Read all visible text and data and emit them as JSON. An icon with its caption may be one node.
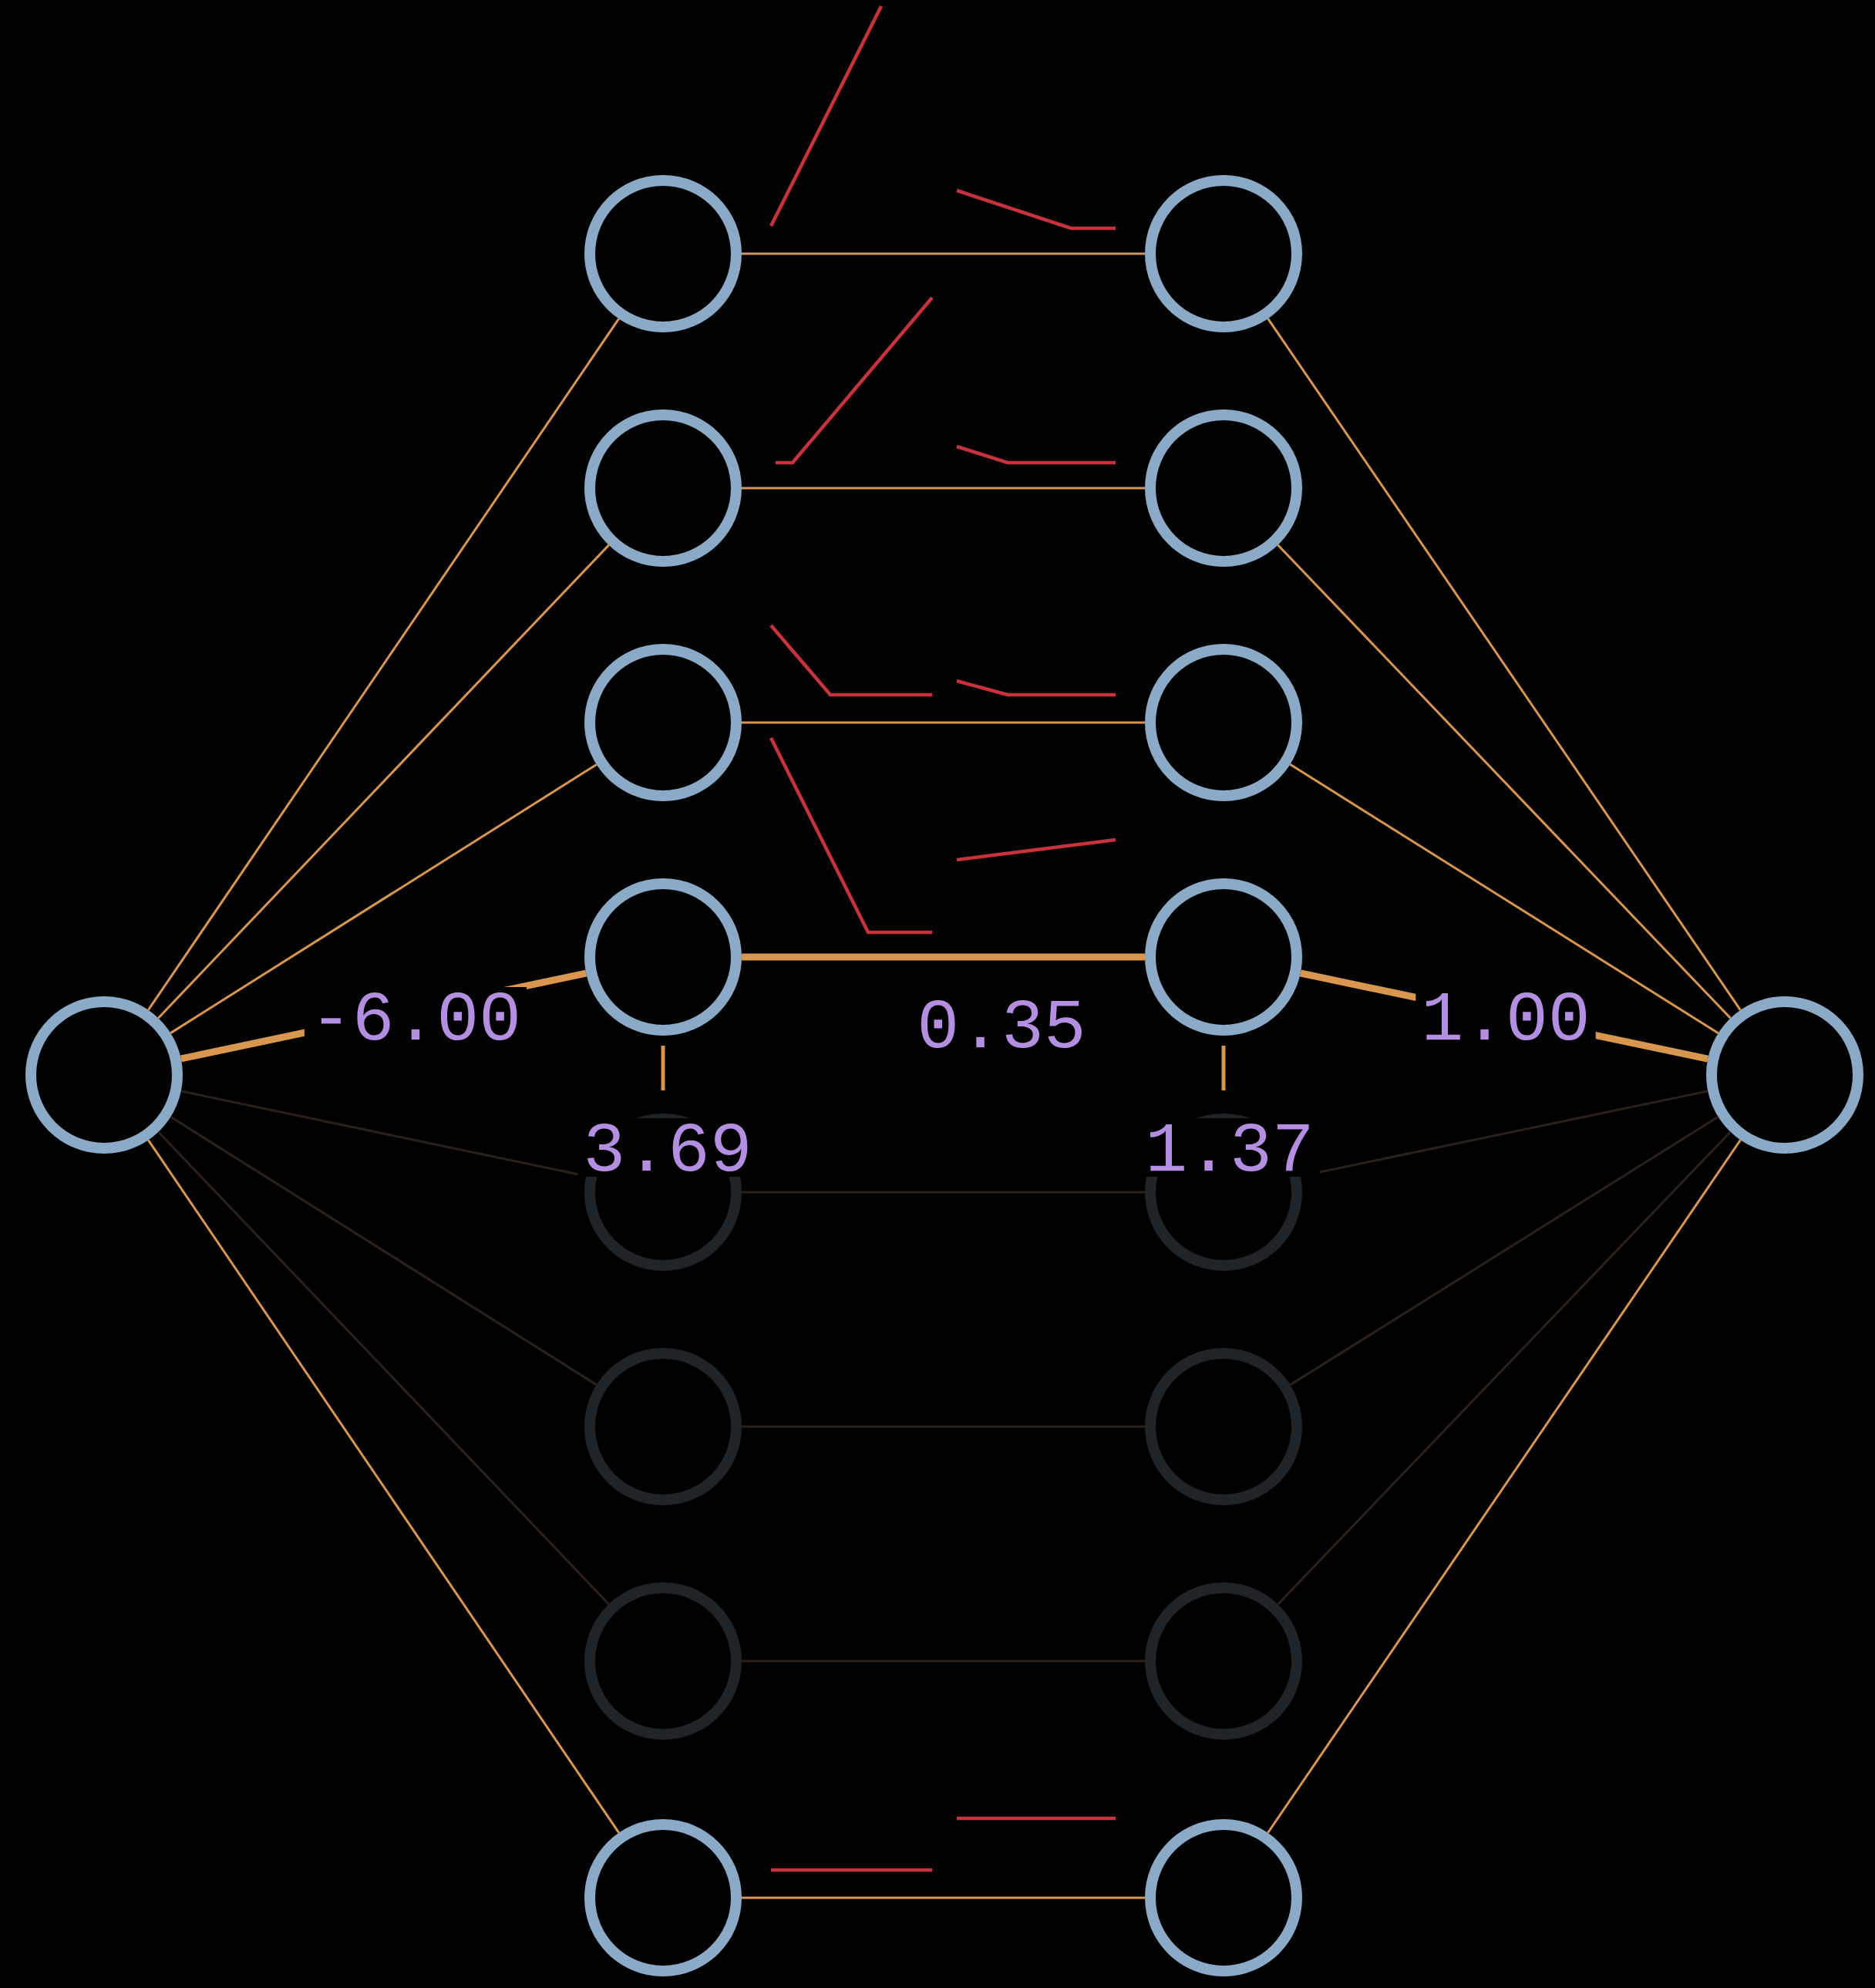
{
  "diagram": {
    "nodes": [
      {
        "text": [],
        "shape": "circle"
      },
      {
        "text": [],
        "shape": "circle"
      },
      {
        "text": [],
        "shape": "circle"
      },
      {
        "text": [],
        "shape": "circle"
      },
      {
        "text": [],
        "shape": "circle"
      },
      {
        "text": [],
        "shape": "circle"
      },
      {
        "text": [],
        "shape": "circle"
      },
      {
        "text": [],
        "shape": "circle"
      },
      {
        "text": [],
        "shape": "circle"
      },
      {
        "text": [],
        "shape": "circle"
      },
      {
        "text": [],
        "shape": "circle"
      },
      {
        "text": [],
        "shape": "circle"
      },
      {
        "text": [],
        "shape": "circle"
      },
      {
        "text": [],
        "shape": "circle"
      },
      {
        "text": [],
        "shape": "circle"
      },
      {
        "text": [],
        "shape": "circle"
      },
      {
        "text": [],
        "shape": "circle"
      },
      {
        "text": [],
        "shape": "circle"
      }
    ],
    "edges": [
      {
        "from": 0,
        "to": 1,
        "arrow": "none"
      },
      {
        "from": 0,
        "to": 2,
        "arrow": "none"
      },
      {
        "from": 0,
        "to": 3,
        "arrow": "none"
      },
      {
        "from": 0,
        "to": 4,
        "arrow": "none",
        "style": "thick"
      },
      {
        "from": 0,
        "to": 5,
        "arrow": "none",
        "color": "#2b2119"
      },
      {
        "from": 0,
        "to": 6,
        "arrow": "none",
        "color": "#2b2119"
      },
      {
        "from": 0,
        "to": 7,
        "arrow": "none",
        "color": "#2b2119"
      },
      {
        "from": 0,
        "to": 8,
        "arrow": "none"
      },
      {
        "from": 1,
        "to": 9,
        "arrow": "none"
      },
      {
        "from": 2,
        "to": 10,
        "arrow": "none"
      },
      {
        "from": 3,
        "to": 11,
        "arrow": "none"
      },
      {
        "from": 4,
        "to": 12,
        "arrow": "none",
        "style": "thick"
      },
      {
        "from": 5,
        "to": 13,
        "arrow": "none",
        "color": "#2b2119"
      },
      {
        "from": 6,
        "to": 14,
        "arrow": "none",
        "color": "#2b2119"
      },
      {
        "from": 7,
        "to": 15,
        "arrow": "none",
        "color": "#2b2119"
      },
      {
        "from": 8,
        "to": 16,
        "arrow": "none"
      },
      {
        "from": 9,
        "to": 17,
        "arrow": "none"
      },
      {
        "from": 10,
        "to": 17,
        "arrow": "none"
      },
      {
        "from": 11,
        "to": 17,
        "arrow": "none"
      },
      {
        "from": 12,
        "to": 17,
        "arrow": "none",
        "style": "thick"
      },
      {
        "from": 13,
        "to": 17,
        "arrow": "none",
        "color": "#2b2119"
      },
      {
        "from": 14,
        "to": 17,
        "arrow": "none",
        "color": "#2b2119"
      },
      {
        "from": 15,
        "to": 17,
        "arrow": "none",
        "color": "#2b2119"
      },
      {
        "from": 16,
        "to": 17,
        "arrow": "none"
      }
    ],
    "labels": [
      "-6.00",
      "0.35",
      "1.00",
      "3.69",
      "1.37"
    ]
  }
}
